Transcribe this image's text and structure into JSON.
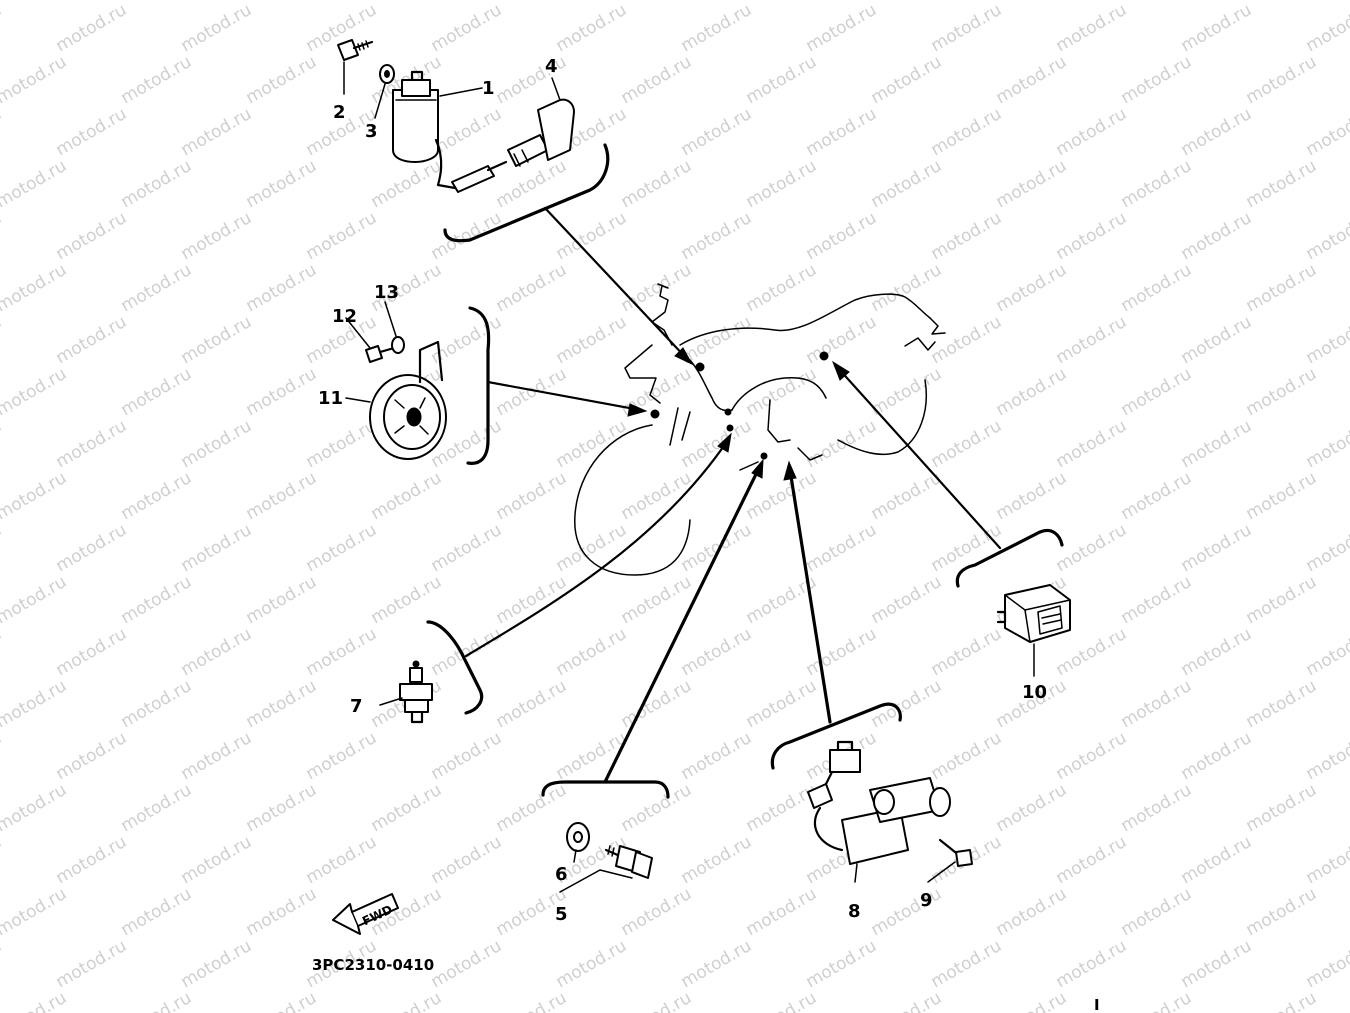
{
  "diagram": {
    "code": "3PC2310-0410",
    "fwd_label": "FWD",
    "watermark": "motod.ru",
    "page_mark": "I",
    "callouts": [
      {
        "id": "1",
        "label": "1"
      },
      {
        "id": "2",
        "label": "2"
      },
      {
        "id": "3",
        "label": "3"
      },
      {
        "id": "4",
        "label": "4"
      },
      {
        "id": "5",
        "label": "5"
      },
      {
        "id": "6",
        "label": "6"
      },
      {
        "id": "7",
        "label": "7"
      },
      {
        "id": "8",
        "label": "8"
      },
      {
        "id": "9",
        "label": "9"
      },
      {
        "id": "10",
        "label": "10"
      },
      {
        "id": "11",
        "label": "11"
      },
      {
        "id": "12",
        "label": "12"
      },
      {
        "id": "13",
        "label": "13"
      }
    ]
  }
}
